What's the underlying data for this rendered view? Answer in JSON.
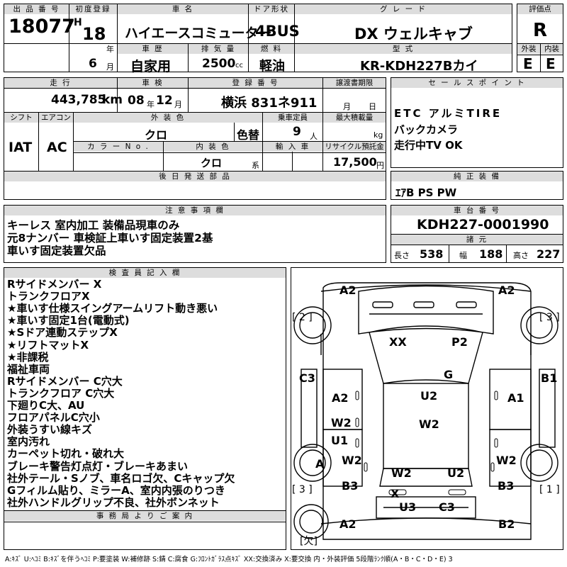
{
  "labels": {
    "lot_no": "出 品 番 号",
    "first_reg": "初度登録",
    "model_name": "車 名",
    "door": "ドア形状",
    "grade": "グ レ ー ド",
    "score": "評価点",
    "history": "車 歴",
    "displacement": "排 気 量",
    "fuel": "燃 料",
    "model_type": "型 式",
    "ext_grade": "外装",
    "int_grade": "内装",
    "mileage": "走 行",
    "inspection": "車 検",
    "reg_no": "登 録 番 号",
    "transfer": "譲渡書期限",
    "sales": "セ ー ル ス ポ イ ン ト",
    "shift": "シフト",
    "ac": "エアコン",
    "ext_color": "外 装 色",
    "capacity": "乗車定員",
    "max_load": "最大積載量",
    "color_no": "カ ラ ー N o .",
    "int_color": "内 装 色",
    "import": "輸 入 車",
    "recycle": "リサイクル預託金",
    "later": "後 日 発 送 部 品",
    "genuine": "純 正 装 備",
    "notes": "注 意 事 項 欄",
    "chassis": "車 台 番 号",
    "specs": "諸 元",
    "inspector": "検 査 員 記 入 欄",
    "office": "事 務 局 よ り ご 案 内"
  },
  "units": {
    "era": "H",
    "year": "年",
    "month": "月",
    "cc": "cc",
    "km": "km",
    "insp_year": "年",
    "insp_month": "月",
    "month2": "月",
    "day": "日",
    "person": "人",
    "kg": "kg",
    "kei": "系",
    "yen": "円",
    "length": "長さ",
    "width": "幅",
    "height": "高さ"
  },
  "lot": {
    "number": "18077"
  },
  "reg": {
    "year": "18",
    "month": "6"
  },
  "car": {
    "name": "ハイエースコミューター",
    "door": "4BUS",
    "grade": "DX ウェルキャブ",
    "score": "R",
    "history": "自家用",
    "displacement": "2500",
    "fuel": "軽油",
    "model": "KR-KDH227Bカイ",
    "exterior": "E",
    "interior": "E"
  },
  "row2": {
    "mileage": "443,785",
    "insp_year": "08",
    "insp_month": "12",
    "plate": "横浜 831ネ911"
  },
  "row3": {
    "shift": "IAT",
    "ac": "AC",
    "color": "クロ",
    "color_change": "色替",
    "capacity": "9",
    "int_color": "クロ",
    "recycle": "17,500"
  },
  "sales_points": [
    "ETC アルミTIRE",
    "バックカメラ",
    "走行中TV OK"
  ],
  "genuine": "ｴｱB PS PW",
  "notes": [
    "キーレス 室内加工 装備品現車のみ",
    "元8ナンバー 車検証上車いす固定装置2基",
    "車いす固定装置欠品"
  ],
  "chassis_no": "KDH227-0001990",
  "specs": {
    "length": "538",
    "width": "188",
    "height": "227"
  },
  "inspector_notes": [
    "Rサイドメンバー X",
    "トランクフロアX",
    "★車いす仕様スイングアームリフト動き悪い",
    "★車いす固定1台(電動式)",
    "★Sドア連動ステップX",
    "★リフトマットX",
    "★非課税",
    "福祉車両",
    "Rサイドメンバー C穴大",
    "トランクフロア C穴大",
    "下廻りC大、AU",
    "フロアパネルC穴小",
    "外装うすい線キズ",
    "室内汚れ",
    "カーペット切れ・破れ大",
    "ブレーキ警告灯点灯・ブレーキあまい",
    "社外テール・Sノブ、車名ロゴ欠、Cキャップ欠",
    "Gフィルム貼り、ミラーA、室内内張のりつき",
    "社外ハンドルグリップ不良、社外ボンネット"
  ],
  "diagram": {
    "corner_tl": "[ 2 ]",
    "corner_tr": "[ 3 ]",
    "corner_bl": "[ 3 ]",
    "corner_br": "[ 1 ]",
    "missing": "[欠]",
    "marks": [
      "A2",
      "A2",
      "XX",
      "P2",
      "C3",
      "G",
      "B1",
      "A2",
      "U2",
      "A1",
      "W2",
      "W2",
      "U1",
      "A",
      "W2",
      "W2",
      "W2",
      "U2",
      "B3",
      "X",
      "B3",
      "U3",
      "C3",
      "A2",
      "B2"
    ]
  },
  "legend": "A:ｷｽﾞ U:ﾍｺﾐ B:ｷｽﾞを伴うﾍｺﾐ P:要塗装 W:補修跡 S:錆 C:腐食 G:ﾌﾛﾝﾄｶﾞﾗｽ点ｷｽﾞ XX:交換済み X:要交換 内・外装評価 5段階ﾗﾝｸ順(A・B・C・D・E) 3"
}
